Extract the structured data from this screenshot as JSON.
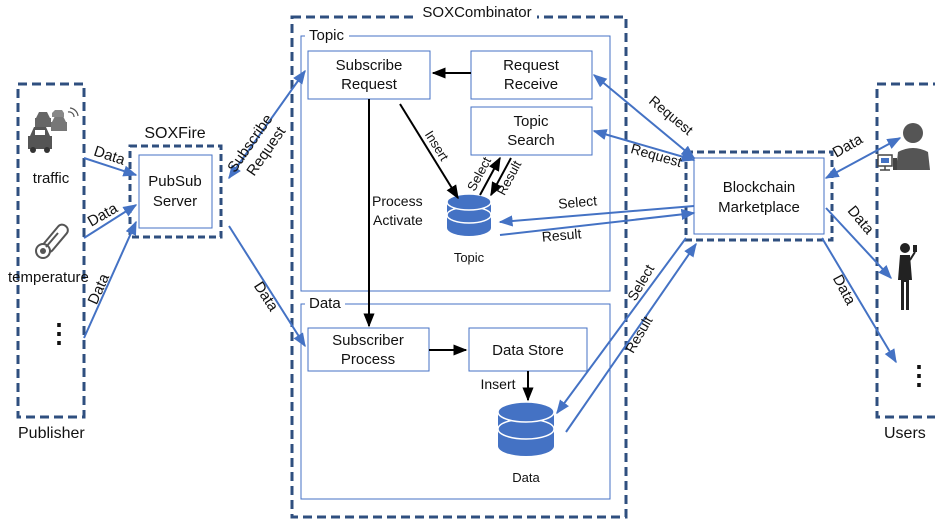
{
  "colors": {
    "frame_border": "#2f4f7f",
    "box_border": "#4472c4",
    "arrow_blue": "#4472c4",
    "arrow_black": "#000000",
    "db_fill": "#4472c4",
    "icon_gray": "#555555",
    "background": "#ffffff"
  },
  "groups": {
    "publisher": "Publisher",
    "users": "Users",
    "soxfire": "SOXFire",
    "soxcombinator": "SOXCombinator",
    "topic_section": "Topic",
    "data_section": "Data"
  },
  "publishers": {
    "traffic": "traffic",
    "temperature": "temperature",
    "more": "⋮"
  },
  "boxes": {
    "pubsub": [
      "PubSub",
      "Server"
    ],
    "subscribe_request": [
      "Subscribe",
      "Request"
    ],
    "request_receive": [
      "Request",
      "Receive"
    ],
    "topic_search": [
      "Topic",
      "Search"
    ],
    "subscriber_process": [
      "Subscriber",
      "Process"
    ],
    "data_store": [
      "Data Store"
    ],
    "blockchain": [
      "Blockchain",
      "Marketplace"
    ]
  },
  "databases": {
    "topic": "Topic",
    "data": "Data"
  },
  "arrow_labels": {
    "data_traffic": "Data",
    "data_temperature": "Data",
    "data_more": "Data",
    "subscribe_request": [
      "Subscribe",
      "Request"
    ],
    "data_to_subscriber": "Data",
    "insert_topic": "Insert",
    "process_activate": [
      "Process",
      "Activate"
    ],
    "select_topic": "Select",
    "result_topic": "Result",
    "request_receive": "Request",
    "request_search": "Request",
    "select_db": "Select",
    "result_db": "Result",
    "insert_data": "Insert",
    "select_data": "Select",
    "result_data": "Result",
    "data_user1": "Data",
    "data_user2": "Data",
    "data_user3": "Data"
  },
  "users": {
    "more": "⋮"
  }
}
